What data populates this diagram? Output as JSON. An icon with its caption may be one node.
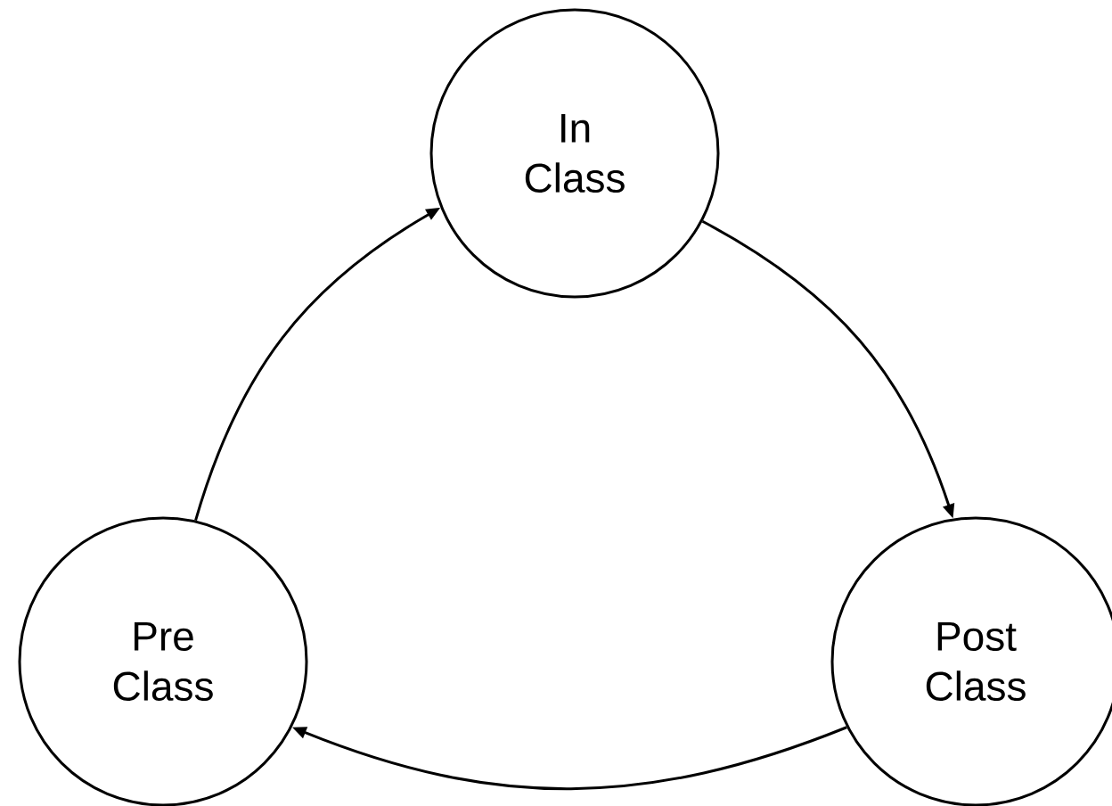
{
  "diagram": {
    "nodes": [
      {
        "text": [
          "In Class"
        ]
      },
      {
        "text": [
          "Pre Class"
        ]
      },
      {
        "text": [
          "Post Class"
        ]
      }
    ],
    "edges": [
      {
        "from": 1,
        "to": 0,
        "arrow": "to"
      },
      {
        "from": 0,
        "to": 2,
        "arrow": "to"
      },
      {
        "from": 2,
        "to": 1,
        "arrow": "to"
      }
    ]
  }
}
